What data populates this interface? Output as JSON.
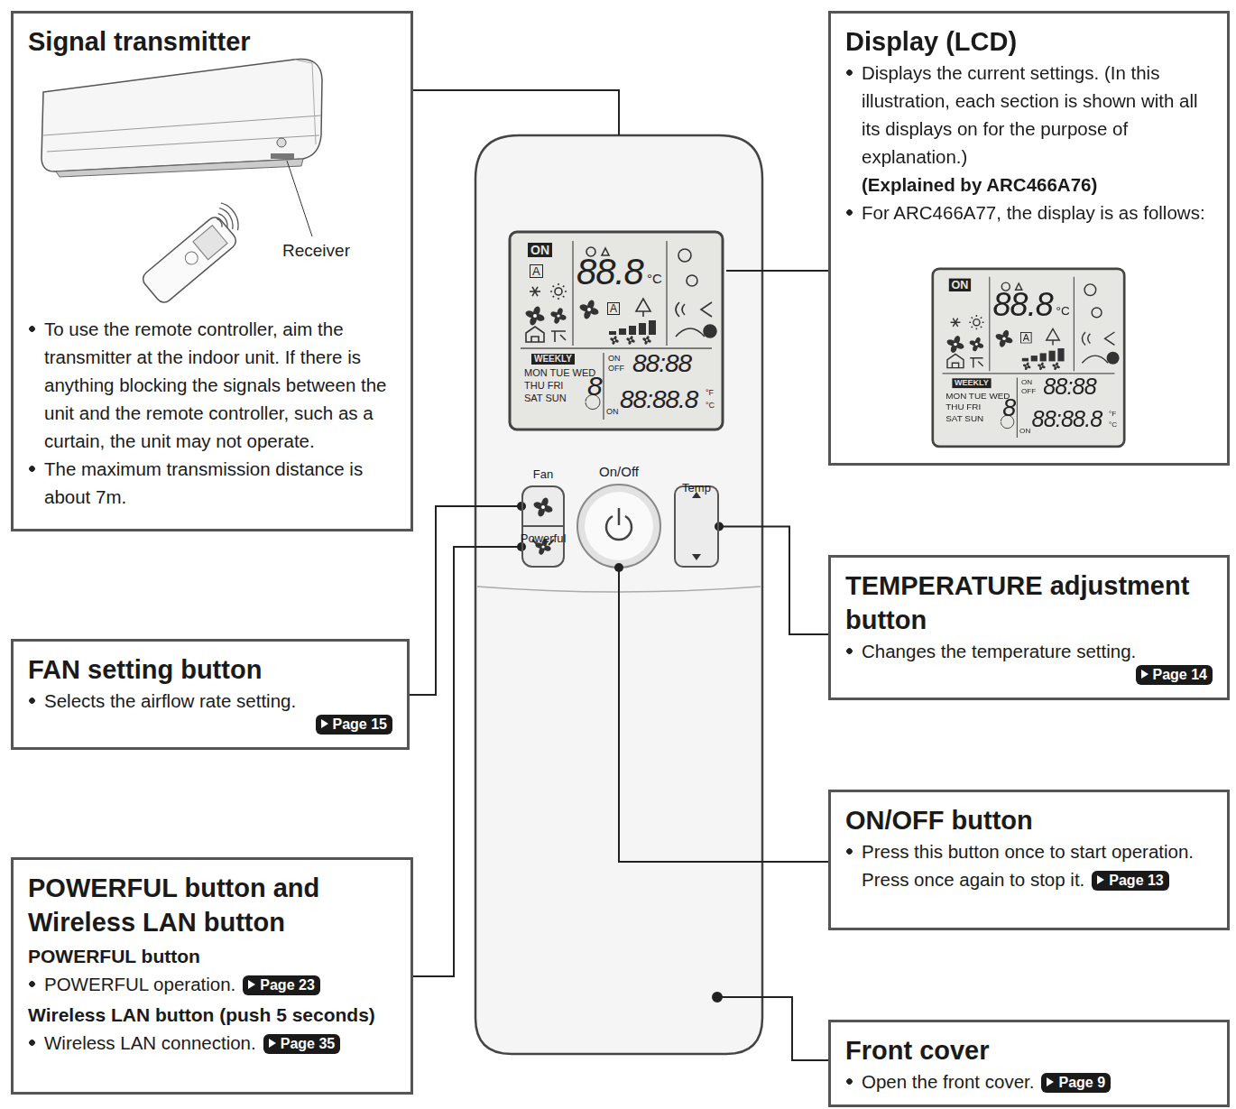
{
  "diagram": {
    "nodes": [
      {
        "text": [
          "Signal transmitter",
          "To use the remote controller, aim the transmitter at the indoor unit. If there is anything blocking the signals between the unit and the remote controller, such as a curtain, the unit may not operate.",
          "The maximum transmission distance is about 7m."
        ]
      },
      {
        "text": [
          "Display (LCD)",
          "Displays the current settings. (In this illustration, each section is shown with all its displays on for the purpose of explanation.)",
          "(Explained by ARC466A76)",
          "For ARC466A77, the display is as follows:"
        ]
      },
      {
        "text": [
          "FAN setting button",
          "Selects the airflow rate setting.",
          "Page 15"
        ]
      },
      {
        "text": [
          "POWERFUL button and Wireless LAN button",
          "POWERFUL button",
          "POWERFUL operation.",
          "Page 23",
          "Wireless LAN button (push 5 seconds)",
          "Wireless LAN connection.",
          "Page 35"
        ]
      },
      {
        "text": [
          "TEMPERATURE adjustment button",
          "Changes the temperature setting.",
          "Page 14"
        ]
      },
      {
        "text": [
          "ON/OFF button",
          "Press this button once to start operation. Press once again to stop it.",
          "Page 13"
        ]
      },
      {
        "text": [
          "Front cover",
          "Open the front cover.",
          "Page 9"
        ]
      },
      {
        "text": [
          "Fan"
        ]
      },
      {
        "text": [
          "Powerful"
        ]
      },
      {
        "text": [
          "On/Off"
        ]
      },
      {
        "text": [
          "Temp"
        ]
      }
    ],
    "edges": [
      {
        "from": 2,
        "to": 7,
        "arrow": "none"
      },
      {
        "from": 3,
        "to": 8,
        "arrow": "none"
      },
      {
        "from": 4,
        "to": 10,
        "arrow": "none"
      },
      {
        "from": 5,
        "to": 9,
        "arrow": "none"
      }
    ],
    "labels": [
      "Receiver",
      "ON",
      "A",
      "88.8",
      "°C",
      "A",
      "WEEKLY",
      "MON TUE WED",
      "THU FRI",
      "SAT SUN",
      "8",
      "ON",
      "OFF",
      "88:88",
      "ON",
      "88:88.8",
      "°F",
      "°C",
      "ON",
      "88.8",
      "°C",
      "A",
      "WEEKLY",
      "MON TUE WED",
      "THU FRI",
      "SAT SUN",
      "8",
      "ON",
      "OFF",
      "88:88",
      "ON",
      "88:88.8",
      "°F",
      "°C"
    ]
  }
}
